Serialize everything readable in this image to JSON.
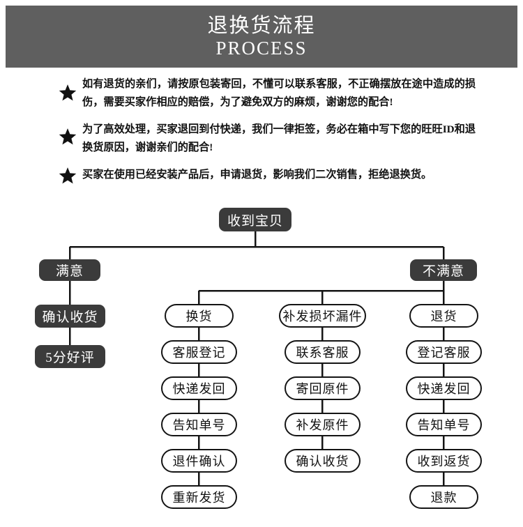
{
  "banner": {
    "title_cn": "退换货流程",
    "title_en": "PROCESS",
    "bg_color": "#5f5f5f",
    "text_color": "#ffffff"
  },
  "notes": {
    "bullet_icon": "star-icon",
    "items": [
      "如有退货的亲们，请按原包装寄回，不懂可以联系客服，不正确摆放在途中造成的损伤，需要买家作相应的赔偿，为了避免双方的麻烦，谢谢您的配合!",
      "为了高效处理，买家退回到付快递，我们一律拒签，务必在箱中写下您的旺旺ID和退换货原因，谢谢亲们的配合!",
      "买家在使用已经安装产品后，申请退货，影响我们二次销售，拒绝退换货。"
    ]
  },
  "flowchart": {
    "dark_fill": "#3b3b3b",
    "light_fill": "#ffffff",
    "line_color": "#141414",
    "root": "收到宝贝",
    "branch_satisfied": "满意",
    "branch_unsatisfied": "不满意",
    "columns": [
      {
        "name": "satisfied-column",
        "style": "dark",
        "steps": [
          "确认收货",
          "5分好评"
        ]
      },
      {
        "name": "exchange-column",
        "style": "light",
        "steps": [
          "换货",
          "客服登记",
          "快递发回",
          "告知单号",
          "退件确认",
          "重新发货"
        ]
      },
      {
        "name": "reship-column",
        "style": "light",
        "steps": [
          "补发损坏漏件",
          "联系客服",
          "寄回原件",
          "补发原件",
          "确认收货"
        ]
      },
      {
        "name": "return-column",
        "style": "light",
        "steps": [
          "退货",
          "登记客服",
          "快递发回",
          "告知单号",
          "收到返货",
          "退款"
        ]
      }
    ]
  }
}
